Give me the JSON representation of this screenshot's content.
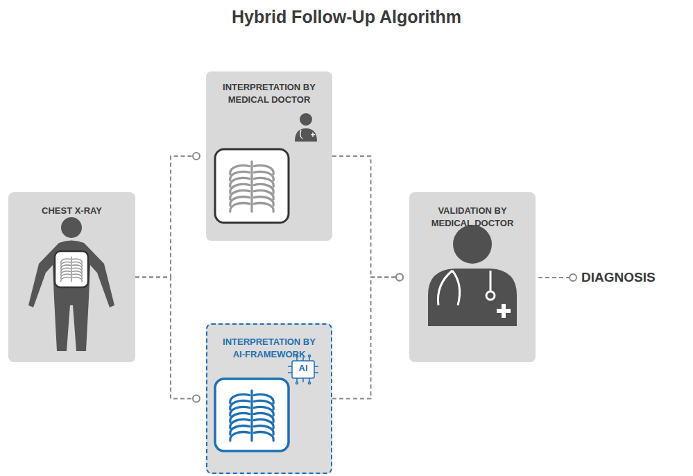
{
  "diagram": {
    "title": "Hybrid Follow-Up Algorithm",
    "nodes": [
      {
        "text": [
          "CHEST X-RAY"
        ]
      },
      {
        "text": [
          "INTERPRETATION BY MEDICAL DOCTOR"
        ]
      },
      {
        "text": [
          "INTERPRETATION BY AI-FRAMEWORK"
        ]
      },
      {
        "text": [
          "VALIDATION BY MEDICAL DOCTOR"
        ]
      }
    ],
    "edges": [
      {
        "from": 0,
        "to": 1,
        "arrow": "to"
      },
      {
        "from": 0,
        "to": 2,
        "arrow": "to"
      },
      {
        "from": 1,
        "to": 3,
        "arrow": "to"
      },
      {
        "from": 2,
        "to": 3,
        "arrow": "to"
      }
    ],
    "labels": [
      "AI",
      "DIAGNOSIS"
    ]
  }
}
